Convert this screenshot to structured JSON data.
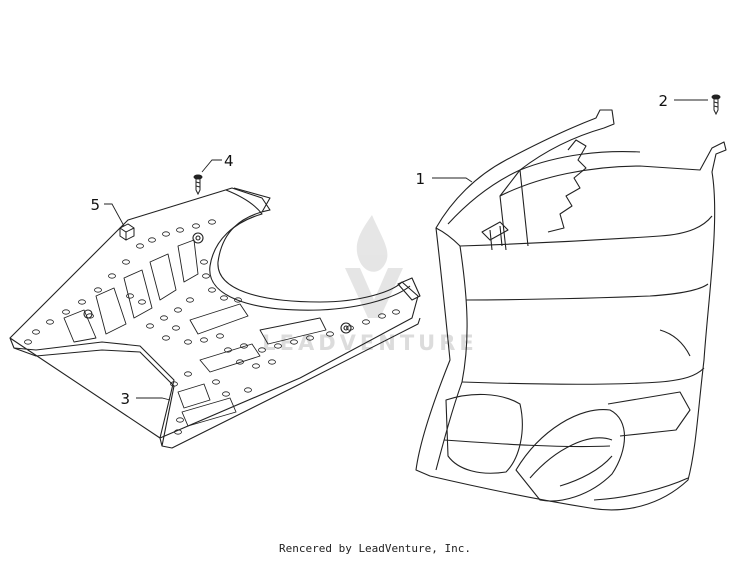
{
  "callouts": [
    {
      "id": "1",
      "label": "1"
    },
    {
      "id": "2",
      "label": "2"
    },
    {
      "id": "3",
      "label": "3"
    },
    {
      "id": "4",
      "label": "4"
    },
    {
      "id": "5",
      "label": "5"
    }
  ],
  "watermark": {
    "text": "LEADVENTURE"
  },
  "footer": {
    "credit": "Rencered by LeadVenture, Inc."
  },
  "colors": {
    "line": "#222222",
    "watermark": "#d9d9d9"
  }
}
